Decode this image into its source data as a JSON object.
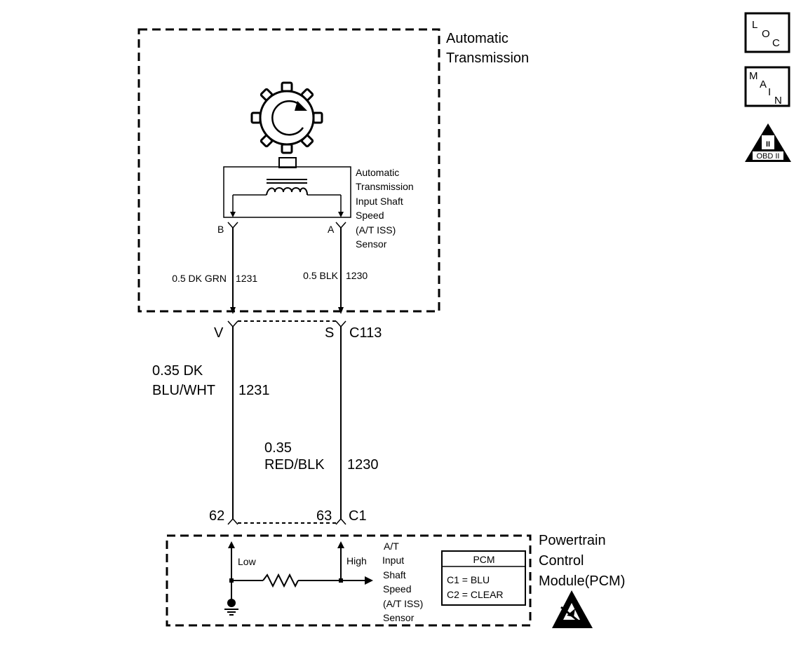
{
  "transmission_box": {
    "title_line1": "Automatic",
    "title_line2": "Transmission"
  },
  "sensor": {
    "lines": [
      "Automatic",
      "Transmission",
      "Input Shaft",
      "Speed",
      "(A/T ISS)",
      "Sensor"
    ],
    "terminal_b": "B",
    "terminal_a": "A"
  },
  "wires_upper": {
    "left": {
      "gauge_color": "0.5 DK GRN",
      "circuit": "1231"
    },
    "right": {
      "gauge_color": "0.5 BLK",
      "circuit": "1230"
    }
  },
  "connector_c113": {
    "left_pin": "V",
    "right_pin": "S",
    "name": "C113"
  },
  "wires_lower": {
    "left": {
      "gauge": "0.35 DK",
      "color": "BLU/WHT",
      "circuit": "1231"
    },
    "right": {
      "gauge": "0.35",
      "color": "RED/BLK",
      "circuit": "1230"
    }
  },
  "connector_c1": {
    "left_pin": "62",
    "right_pin": "63",
    "name": "C1"
  },
  "pcm_box": {
    "title_line1": "Powertrain",
    "title_line2": "Control",
    "title_line3": "Module(PCM)",
    "low_label": "Low",
    "high_label": "High",
    "input_lines": [
      "A/T",
      "Input",
      "Shaft",
      "Speed",
      "(A/T ISS)",
      "Sensor"
    ]
  },
  "pcm_table": {
    "header": "PCM",
    "row1": "C1 = BLU",
    "row2": "C2 = CLEAR"
  },
  "side_icons": {
    "loc": {
      "l": "L",
      "o": "O",
      "c": "C"
    },
    "main": {
      "m": "M",
      "a": "A",
      "i": "I",
      "n": "N"
    },
    "obd_label": "OBD II",
    "obd_numeral": "II"
  }
}
